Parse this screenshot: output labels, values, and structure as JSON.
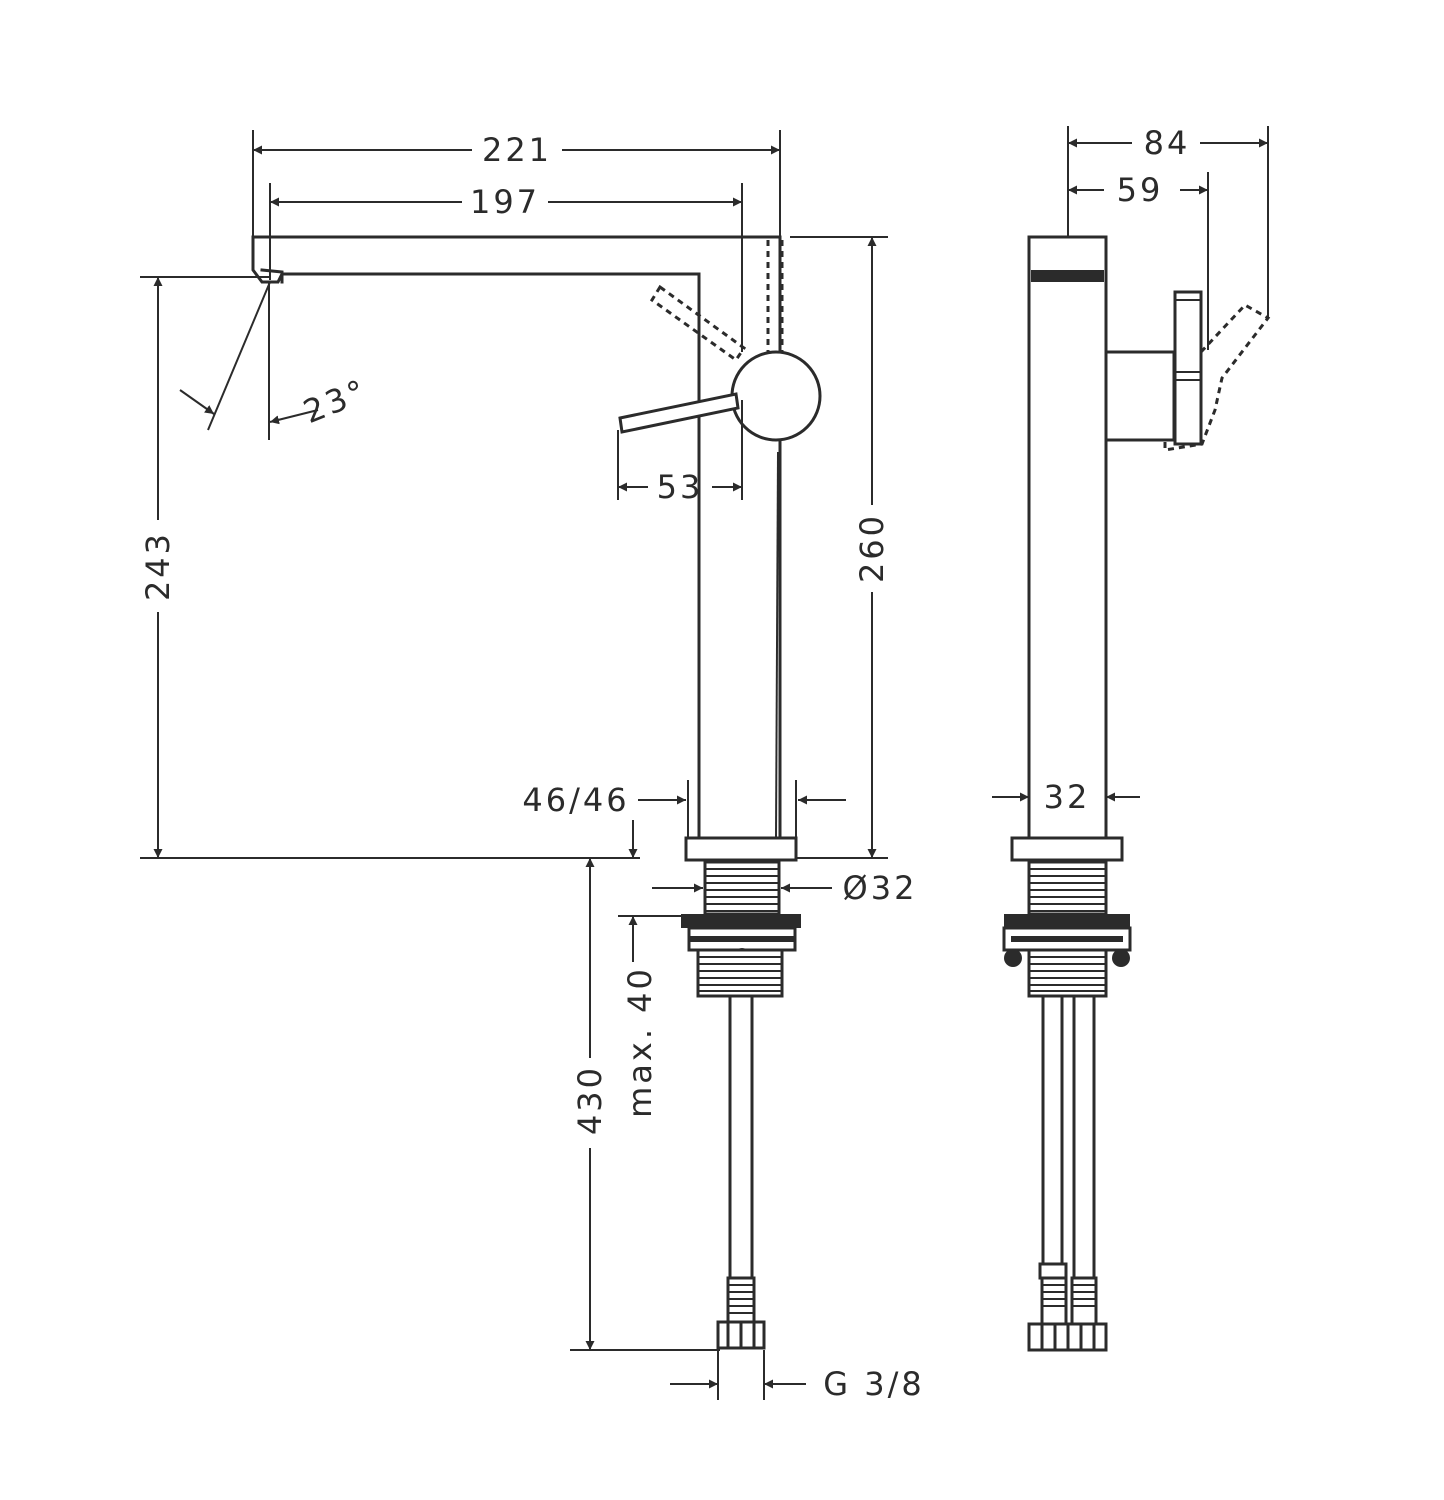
{
  "dimensions": {
    "width_221": "221",
    "width_197": "197",
    "angle_23": "23°",
    "lever_53": "53",
    "height_243": "243",
    "height_260": "260",
    "base_46": "46/46",
    "thread_32": "Ø32",
    "pipe_430": "430",
    "max_40": "max. 40",
    "connection_g38": "G 3/8",
    "side_84": "84",
    "side_59": "59",
    "side_32": "32"
  },
  "colors": {
    "line": "#2b2b2b",
    "background": "#ffffff"
  }
}
